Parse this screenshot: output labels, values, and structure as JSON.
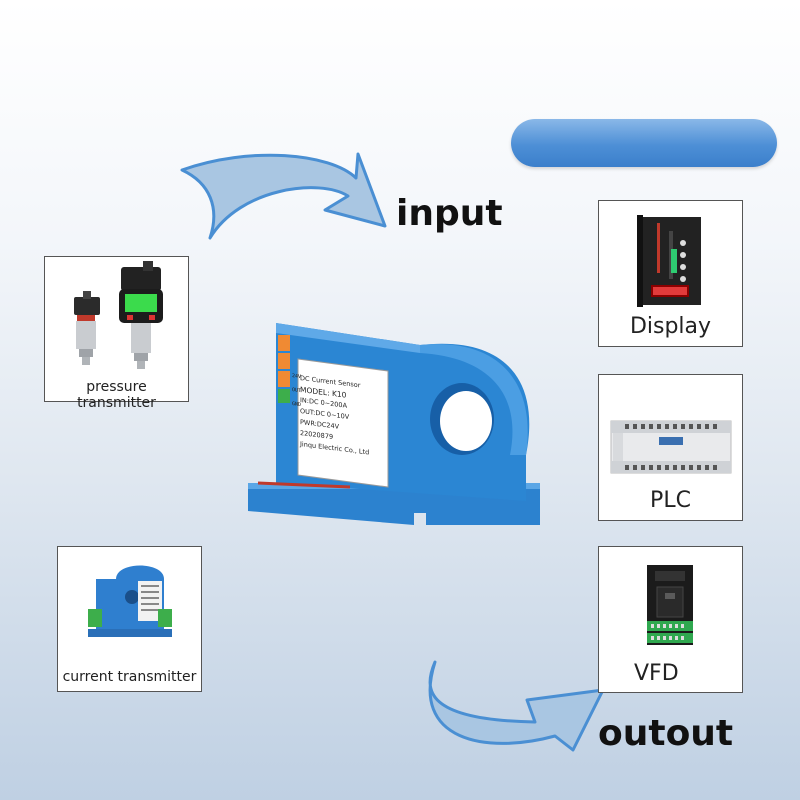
{
  "flow": {
    "input_label": "input",
    "output_label": "outout"
  },
  "sources": [
    {
      "caption": "pressure transmitter"
    },
    {
      "caption": "current transmitter"
    }
  ],
  "targets": [
    {
      "caption": "Display"
    },
    {
      "caption": "PLC"
    },
    {
      "caption": "VFD"
    }
  ],
  "sensor_label": {
    "title": "DC Current Sensor",
    "model": "MODEL: K10",
    "input": "IN:DC 0~200A",
    "output": "OUT:DC 0~10V",
    "power": "PWR:DC24V",
    "serial": "22020879",
    "maker": "Jinqu Electric Co., Ltd",
    "terminal_top": "24V",
    "terminal_mid": "OUT",
    "terminal_bot": "GND"
  },
  "colors": {
    "accent_blue": "#3b86d1",
    "arrow_fill": "#a9c6e2",
    "arrow_edge": "#4a8fd3"
  }
}
